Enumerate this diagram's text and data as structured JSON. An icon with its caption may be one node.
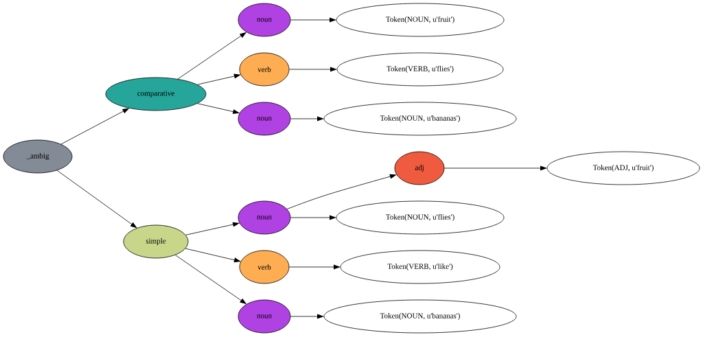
{
  "diagram": {
    "nodes": [
      {
        "text": [
          "_ambig"
        ]
      },
      {
        "text": [
          "comparative"
        ]
      },
      {
        "text": [
          "noun"
        ]
      },
      {
        "text": [
          "Token(NOUN, u'fruit')"
        ]
      },
      {
        "text": [
          "verb"
        ]
      },
      {
        "text": [
          "Token(VERB, u'flies')"
        ]
      },
      {
        "text": [
          "noun"
        ]
      },
      {
        "text": [
          "Token(NOUN, u'bananas')"
        ]
      },
      {
        "text": [
          "simple"
        ]
      },
      {
        "text": [
          "noun"
        ]
      },
      {
        "text": [
          "adj"
        ]
      },
      {
        "text": [
          "Token(ADJ, u'fruit')"
        ]
      },
      {
        "text": [
          "Token(NOUN, u'flies')"
        ]
      },
      {
        "text": [
          "verb"
        ]
      },
      {
        "text": [
          "Token(VERB, u'like')"
        ]
      },
      {
        "text": [
          "noun"
        ]
      },
      {
        "text": [
          "Token(NOUN, u'bananas')"
        ]
      }
    ],
    "edges": [
      {
        "from": 0,
        "to": 1,
        "arrow": "to"
      },
      {
        "from": 1,
        "to": 2,
        "arrow": "to"
      },
      {
        "from": 2,
        "to": 3,
        "arrow": "to"
      },
      {
        "from": 1,
        "to": 4,
        "arrow": "to"
      },
      {
        "from": 4,
        "to": 5,
        "arrow": "to"
      },
      {
        "from": 1,
        "to": 6,
        "arrow": "to"
      },
      {
        "from": 6,
        "to": 7,
        "arrow": "to"
      },
      {
        "from": 0,
        "to": 8,
        "arrow": "to"
      },
      {
        "from": 8,
        "to": 9,
        "arrow": "to"
      },
      {
        "from": 9,
        "to": 10,
        "arrow": "to"
      },
      {
        "from": 10,
        "to": 11,
        "arrow": "to"
      },
      {
        "from": 9,
        "to": 12,
        "arrow": "to"
      },
      {
        "from": 8,
        "to": 13,
        "arrow": "to"
      },
      {
        "from": 13,
        "to": 14,
        "arrow": "to"
      },
      {
        "from": 8,
        "to": 15,
        "arrow": "to"
      },
      {
        "from": 15,
        "to": 16,
        "arrow": "to"
      }
    ]
  }
}
